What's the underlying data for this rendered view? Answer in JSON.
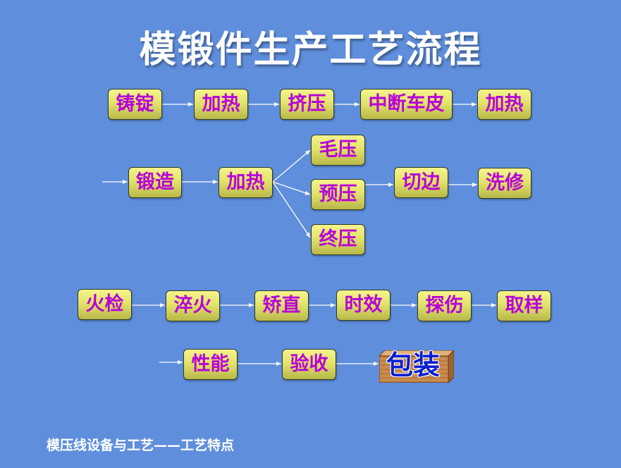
{
  "title": "模锻件生产工艺流程",
  "row1": [
    "铸锭",
    "加热",
    "挤压",
    "中断车皮",
    "加热"
  ],
  "row2": {
    "main": [
      "锻造",
      "加热"
    ],
    "branches": [
      "毛压",
      "预压",
      "终压"
    ],
    "tail": [
      "切边",
      "洗修"
    ]
  },
  "row3": [
    "火检",
    "淬火",
    "矫直",
    "时效",
    "探伤",
    "取样"
  ],
  "row4": [
    "性能",
    "验收"
  ],
  "final_step": "包装",
  "footer": "模压线设备与工艺——工艺特点",
  "colors": {
    "background": "#5f8edc",
    "box_fill": "#e3e36c",
    "box_text": "#b800d8",
    "final_text": "#0a1fd0",
    "final_box": "#c98a4e",
    "arrow": "#ffffff"
  }
}
